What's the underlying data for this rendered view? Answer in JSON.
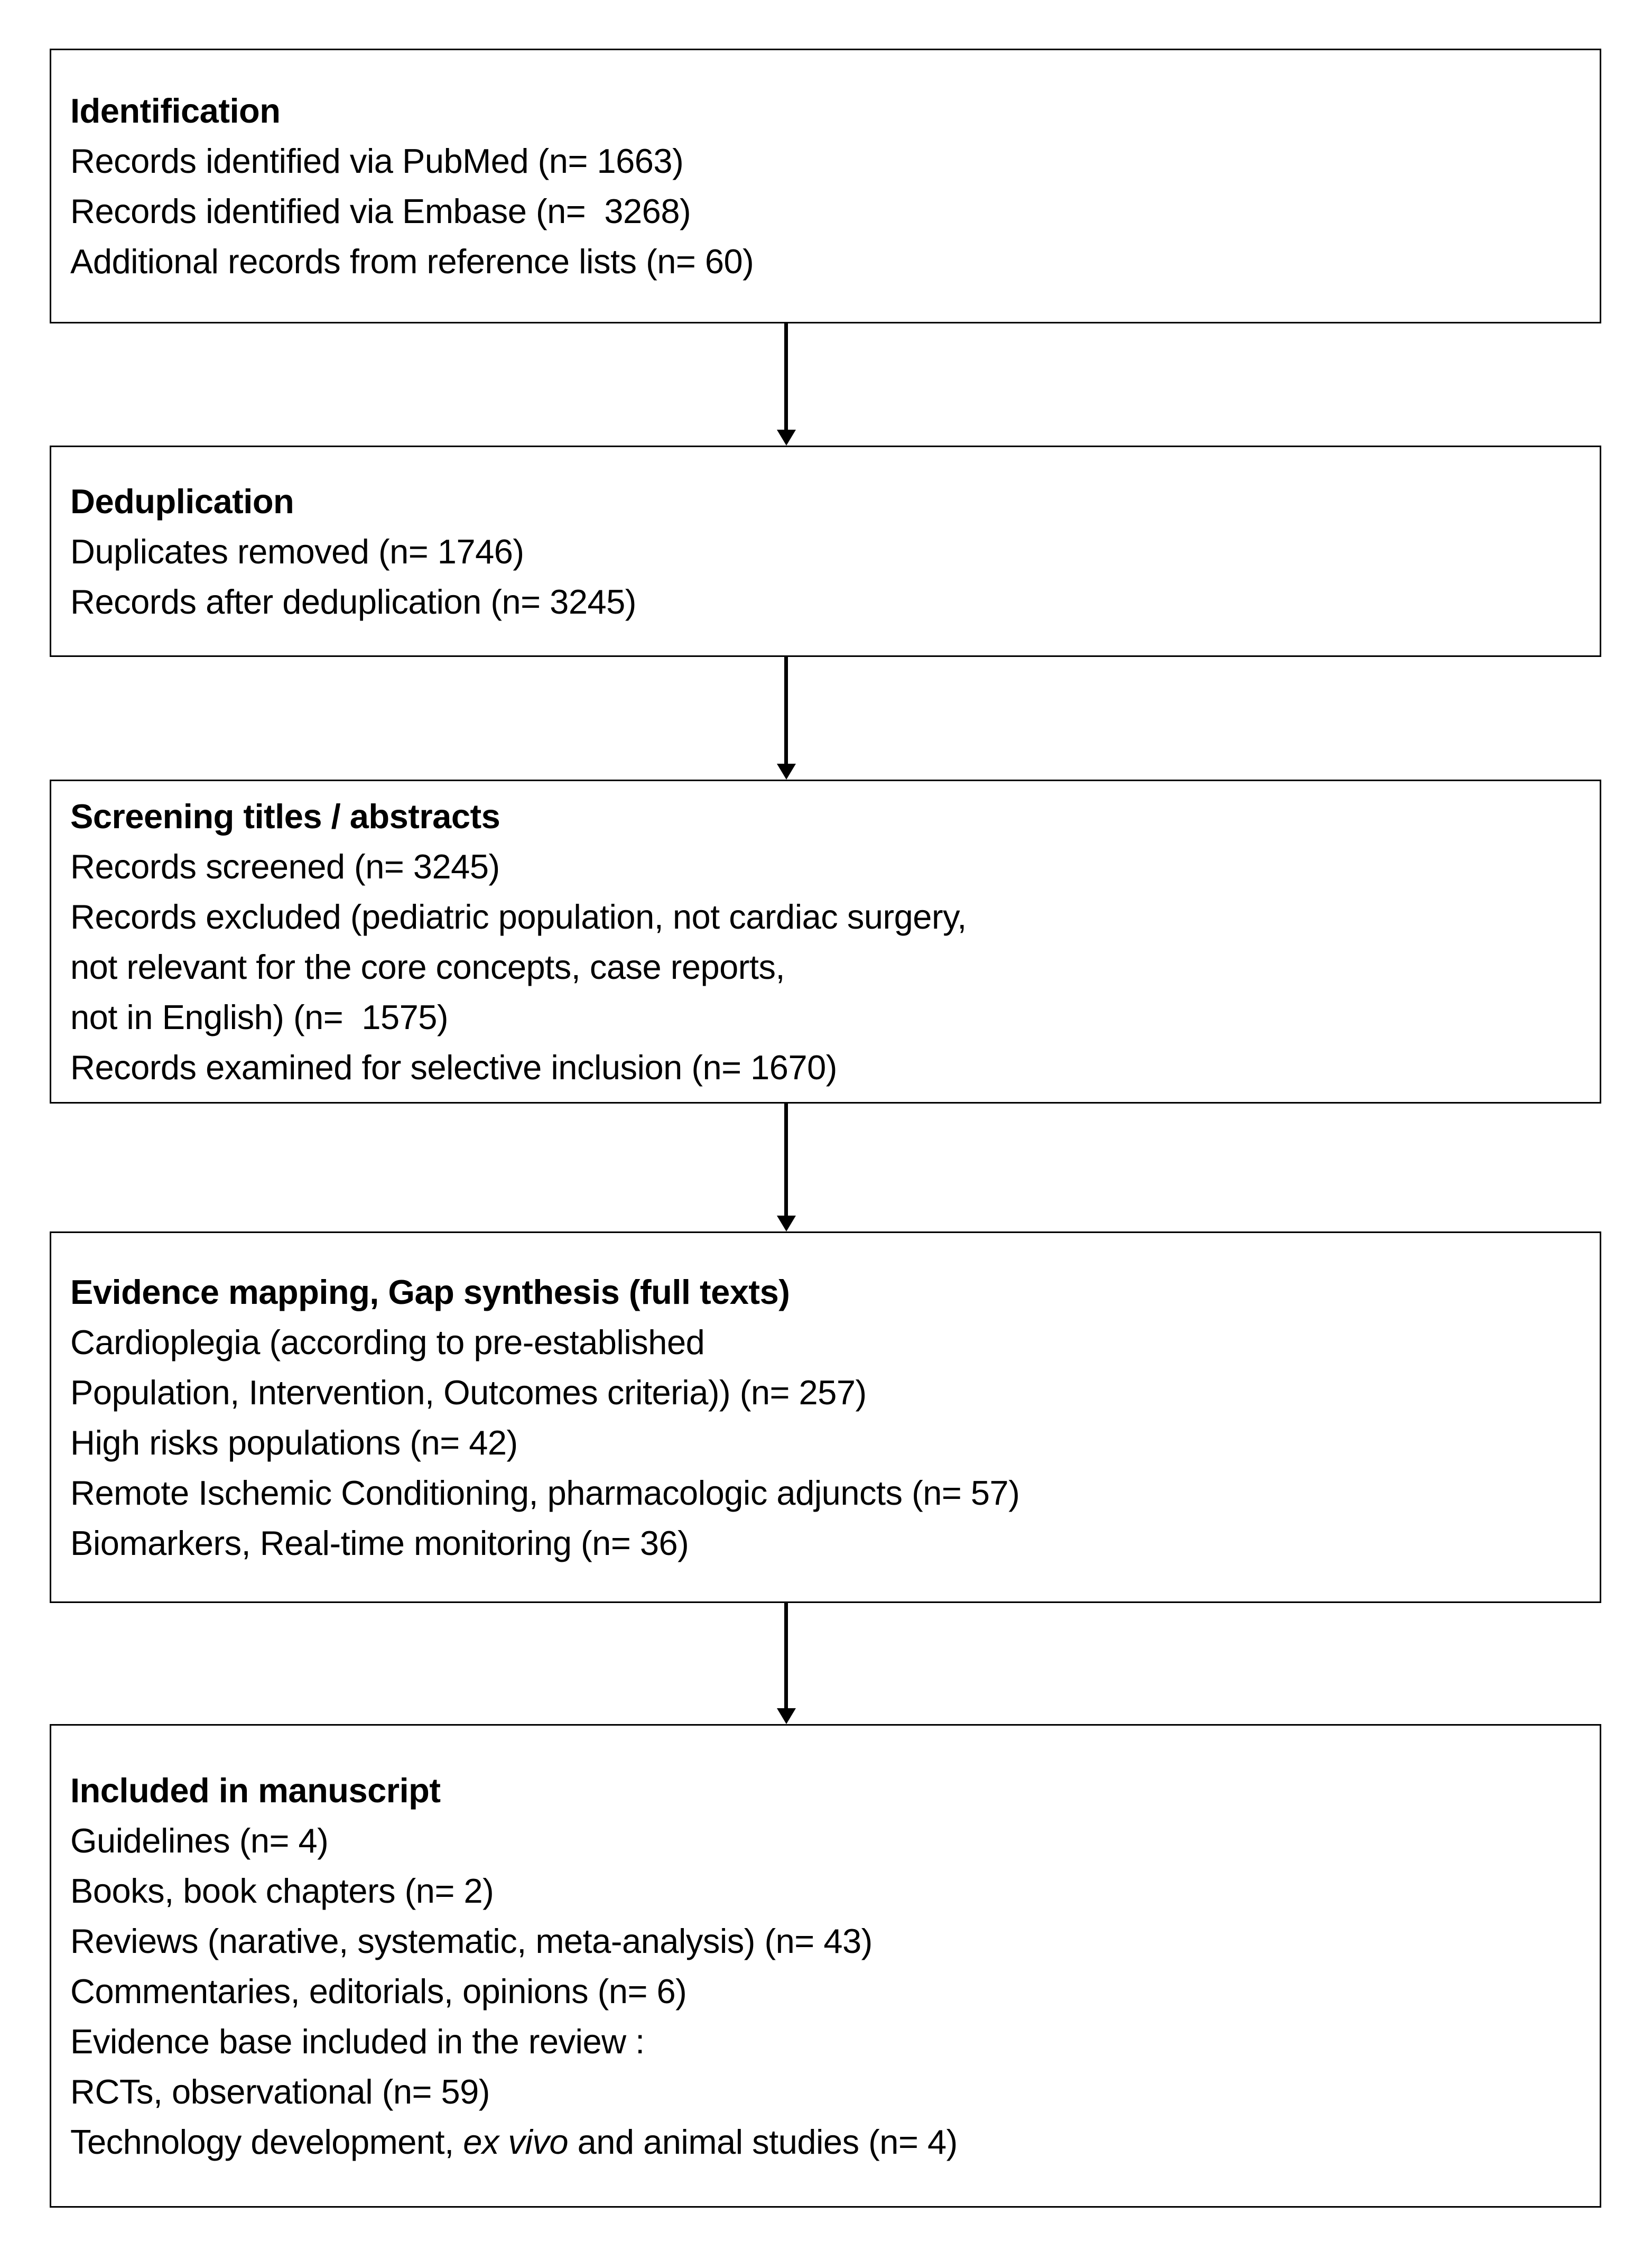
{
  "figure": {
    "background": "#ffffff",
    "line_color": "#000000",
    "text_color": "#000000"
  },
  "boxes": [
    {
      "id": "identification",
      "title": "Identification",
      "lines": [
        "Records identified via PubMed (n= 1663)",
        "Records identified via Embase (n=  3268)",
        "Additional records from reference lists (n= 60)"
      ]
    },
    {
      "id": "deduplication",
      "title": "Deduplication",
      "lines": [
        "Duplicates removed (n= 1746)",
        "Records after deduplication (n= 3245)"
      ]
    },
    {
      "id": "screening",
      "title": "Screening titles / abstracts",
      "lines": [
        "Records screened (n= 3245)",
        "Records excluded (pediatric population, not cardiac surgery,",
        "not relevant for the core concepts, case reports,",
        "not in English) (n=  1575)",
        "Records examined for selective inclusion (n= 1670)"
      ]
    },
    {
      "id": "evidence-mapping",
      "title": "Evidence mapping, Gap synthesis (full texts)",
      "lines": [
        "Cardioplegia (according to pre-established",
        "Population, Intervention, Outcomes criteria)) (n= 257)",
        "High risks populations (n= 42)",
        "Remote Ischemic Conditioning, pharmacologic adjuncts (n= 57)",
        "Biomarkers, Real-time monitoring (n= 36)"
      ]
    },
    {
      "id": "included-in-manuscript",
      "title": "Included in manuscript",
      "lines": [
        "Guidelines (n= 4)",
        "Books, book chapters (n= 2)",
        "Reviews (narative, systematic, meta-analysis) (n= 43)",
        "Commentaries, editorials, opinions (n= 6)",
        "Evidence base included in the review :",
        "RCTs, observational (n= 59)",
        [
          {
            "t": "Technology development, "
          },
          {
            "t": "ex vivo",
            "italic": true
          },
          {
            "t": " and animal studies (n= 4)"
          }
        ]
      ]
    }
  ]
}
